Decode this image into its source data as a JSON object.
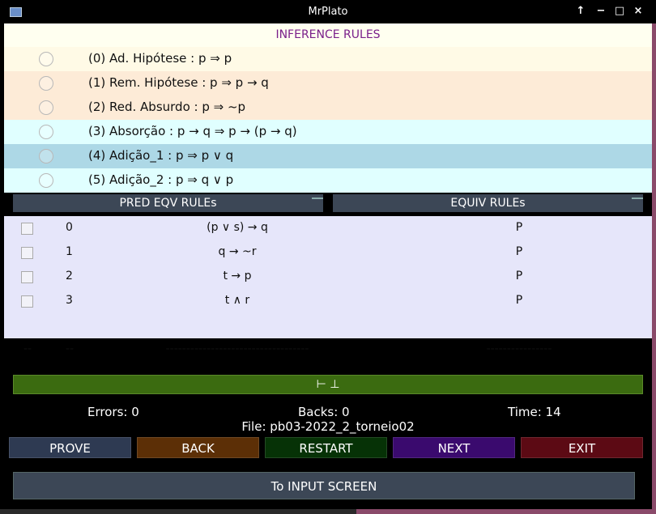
{
  "window": {
    "title": "MrPlato"
  },
  "inference": {
    "header": "INFERENCE RULES",
    "rules": [
      {
        "label": "(0) Ad. Hipótese : p ⇒ p",
        "bg": "#fffae6"
      },
      {
        "label": "(1) Rem. Hipótese : p ⇒ p → q",
        "bg": "#fdebd7"
      },
      {
        "label": "(2) Red. Absurdo : p ⇒ ~p",
        "bg": "#fdebd7"
      },
      {
        "label": "(3) Absorção : p → q ⇒ p → (p → q)",
        "bg": "#e0ffff"
      },
      {
        "label": "(4) Adição_1 : p ⇒ p ∨ q",
        "bg": "#add8e6"
      },
      {
        "label": "(5) Adição_2 : p ⇒ q ∨ p",
        "bg": "#e0ffff"
      }
    ]
  },
  "panels": {
    "pred_label": "PRED EQV RULEs",
    "equiv_label": "EQUIV RULEs"
  },
  "pred_rows": [
    {
      "num": "0",
      "formula": "(p ∨ s) → q",
      "equiv": "P"
    },
    {
      "num": "1",
      "formula": "q → ~r",
      "equiv": "P"
    },
    {
      "num": "2",
      "formula": "t → p",
      "equiv": "P"
    },
    {
      "num": "3",
      "formula": "t ∧ r",
      "equiv": "P"
    }
  ],
  "pred_footer": {
    "c1": "--",
    "c2": "--",
    "formula": "-----------------------------------",
    "equiv": "----------------"
  },
  "proof": {
    "turnstile": "⊢ ⊥"
  },
  "status": {
    "errors": "Errors: 0",
    "backs": "Backs: 0",
    "time": "Time: 14",
    "file": "File: pb03-2022_2_torneio02"
  },
  "buttons": {
    "prove": "PROVE",
    "back": "BACK",
    "restart": "RESTART",
    "next": "NEXT",
    "exit": "EXIT",
    "input_screen": "To INPUT SCREEN"
  },
  "colors": {
    "prove": "#2e3a52",
    "back": "#5c2f06",
    "restart": "#063206",
    "next": "#3a0a6e",
    "exit": "#5c0a14",
    "header_text": "#7a1f8a"
  }
}
